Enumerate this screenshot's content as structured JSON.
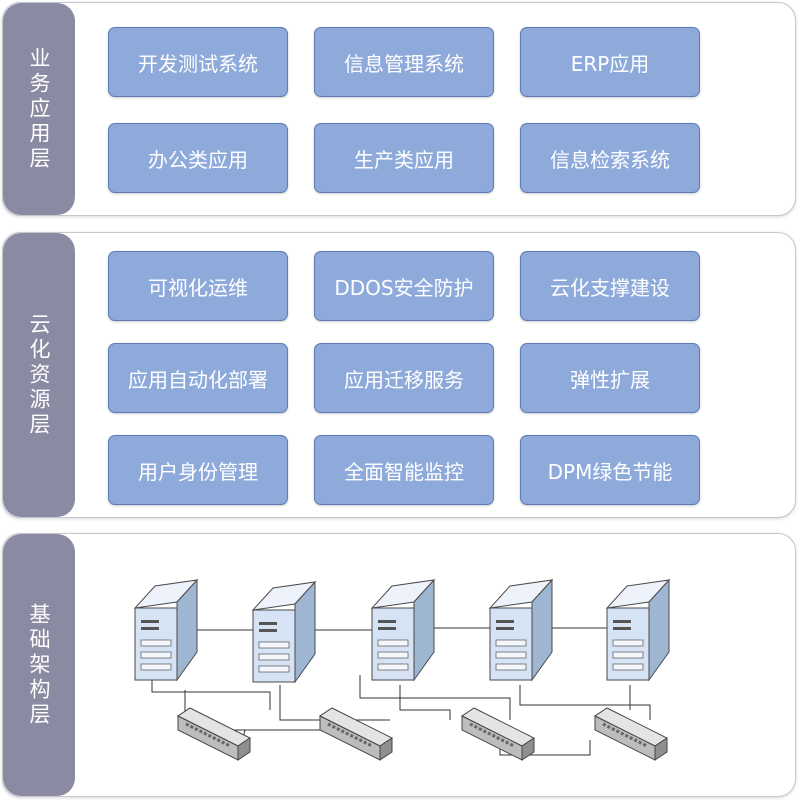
{
  "layers": {
    "business": {
      "label": "业务应用层",
      "items": [
        "开发测试系统",
        "信息管理系统",
        "ERP应用",
        "办公类应用",
        "生产类应用",
        "信息检索系统"
      ]
    },
    "cloud": {
      "label": "云化资源层",
      "items": [
        "可视化运维",
        "DDOS安全防护",
        "云化支撑建设",
        "应用自动化部署",
        "应用迁移服务",
        "弹性扩展",
        "用户身份管理",
        "全面智能监控",
        "DPM绿色节能"
      ]
    },
    "infrastructure": {
      "label": "基础架构层",
      "servers": 5,
      "switches": 4
    }
  },
  "colors": {
    "label_bg": "#8b8aa3",
    "box_bg": "#8eaadb",
    "box_border": "#5f7bb4",
    "server_body": "#d6e3f5",
    "switch_body": "#c9c9c9"
  }
}
